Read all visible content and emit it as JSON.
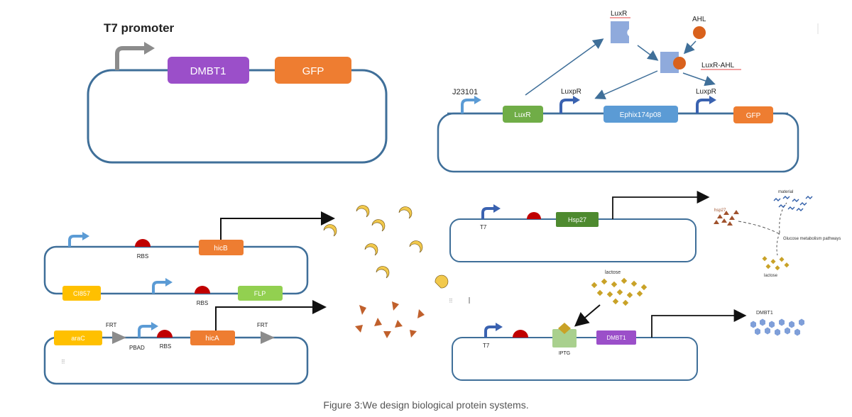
{
  "caption": "Figure 3:We design biological protein systems.",
  "panel_t7": {
    "promoter_label": "T7 promoter",
    "gene1": "DMBT1",
    "gene2": "GFP"
  },
  "panel_lux": {
    "promoter": "J23101",
    "gene_luxr": "LuxR",
    "luxpr_1": "LuxpR",
    "gene_ephix": "Ephix174p08",
    "luxpr_2": "LuxpR",
    "gene_gfp": "GFP",
    "protein_luxr": "LuxR",
    "ahl": "AHL",
    "complex": "LuxR-AHL"
  },
  "panel_kill": {
    "rbs_top": "RBS",
    "gene_hicb": "hicB",
    "gene_ci857": "CI857",
    "rbs_mid": "RBS",
    "gene_flp": "FLP",
    "gene_arac": "araC",
    "frt_1": "FRT",
    "pbad": "PBAD",
    "rbs_low": "RBS",
    "gene_hica": "hicA",
    "frt_2": "FRT"
  },
  "panel_hsp": {
    "promoter": "T7",
    "gene": "Hsp27",
    "hsp27_label": "hsp27",
    "material": "material",
    "pathway": "Glucose metabolism pathways",
    "lactose": "lactose"
  },
  "panel_dmbt": {
    "lactose": "lactose",
    "promoter": "T7",
    "iptg": "IPTG",
    "gene": "DMBT1",
    "product": "DMBT1"
  },
  "colors": {
    "backbone": "#3f6f99",
    "purple": "#9b4fc9",
    "orange": "#ee7d31",
    "green_light": "#70ad47",
    "green_dark": "#4e8a2f",
    "blue_gene": "#5b9bd5",
    "yellow": "#ffc000",
    "light_green": "#92d050",
    "rbs_red": "#c00000",
    "gray_promoter": "#8c8c8c",
    "luxr_protein": "#8faadc",
    "ahl": "#d9611c",
    "ochre": "#c9a227",
    "hsp_red": "#a0522d",
    "dmbt_hex": "#7f9fd9"
  }
}
